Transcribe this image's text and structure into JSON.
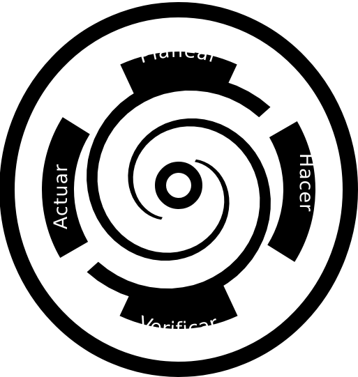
{
  "diagram": {
    "stages": [
      {
        "label": "Planear"
      },
      {
        "label": "Hacer"
      },
      {
        "label": "Verificar"
      },
      {
        "label": "Actuar"
      }
    ],
    "colors": {
      "ink": "#000000",
      "paper": "#ffffff"
    }
  }
}
